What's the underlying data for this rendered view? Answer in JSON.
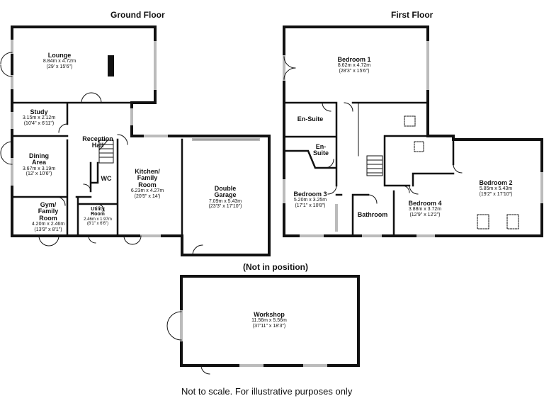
{
  "headings": {
    "ground_floor": "Ground Floor",
    "first_floor": "First Floor",
    "not_in_position": "(Not in position)"
  },
  "footer": "Not to scale. For illustrative purposes only",
  "ground_rooms": {
    "lounge": {
      "name": "Lounge",
      "metric": "8.84m x 4.72m",
      "imperial": "(29' x 15'6\")"
    },
    "study": {
      "name": "Study",
      "metric": "3.15m x 2.12m",
      "imperial": "(10'4\" x 6'11\")"
    },
    "reception": {
      "name": "Reception\nHall"
    },
    "dining": {
      "name": "Dining\nArea",
      "metric": "3.67m x 3.19m",
      "imperial": "(12' x 10'6\")"
    },
    "wc": {
      "name": "WC"
    },
    "kitchen": {
      "name": "Kitchen/\nFamily\nRoom",
      "metric": "6.23m x 4.27m",
      "imperial": "(20'5\" x 14')"
    },
    "gym": {
      "name": "Gym/\nFamily\nRoom",
      "metric": "4.20m x 2.46m",
      "imperial": "(13'9\" x 8'1\")"
    },
    "utility": {
      "name": "Utility\nRoom",
      "metric": "2.46m x 1.97m",
      "imperial": "(8'1\" x 6'6\")"
    },
    "garage": {
      "name": "Double\nGarage",
      "metric": "7.09m x 5.43m",
      "imperial": "(23'3\" x 17'10\")"
    }
  },
  "first_rooms": {
    "bedroom1": {
      "name": "Bedroom 1",
      "metric": "8.62m x 4.72m",
      "imperial": "(28'3\" x 15'6\")"
    },
    "ensuite1": {
      "name": "En-Suite"
    },
    "ensuite2": {
      "name": "En-\nSuite"
    },
    "bedroom3": {
      "name": "Bedroom 3",
      "metric": "5.20m x 3.25m",
      "imperial": "(17'1\" x 10'8\")"
    },
    "bathroom": {
      "name": "Bathroom"
    },
    "bedroom4": {
      "name": "Bedroom 4",
      "metric": "3.88m x 3.72m",
      "imperial": "(12'9\" x 12'2\")"
    },
    "bedroom2": {
      "name": "Bedroom 2",
      "metric": "5.85m x 5.43m",
      "imperial": "(19'2\" x 17'10\")"
    }
  },
  "outbuilding": {
    "workshop": {
      "name": "Workshop",
      "metric": "11.56m x 5.56m",
      "imperial": "(37'11\" x 18'3\")"
    }
  },
  "colors": {
    "wall": "#111111",
    "window": "#bbbbbb",
    "fixture": "#666666"
  }
}
